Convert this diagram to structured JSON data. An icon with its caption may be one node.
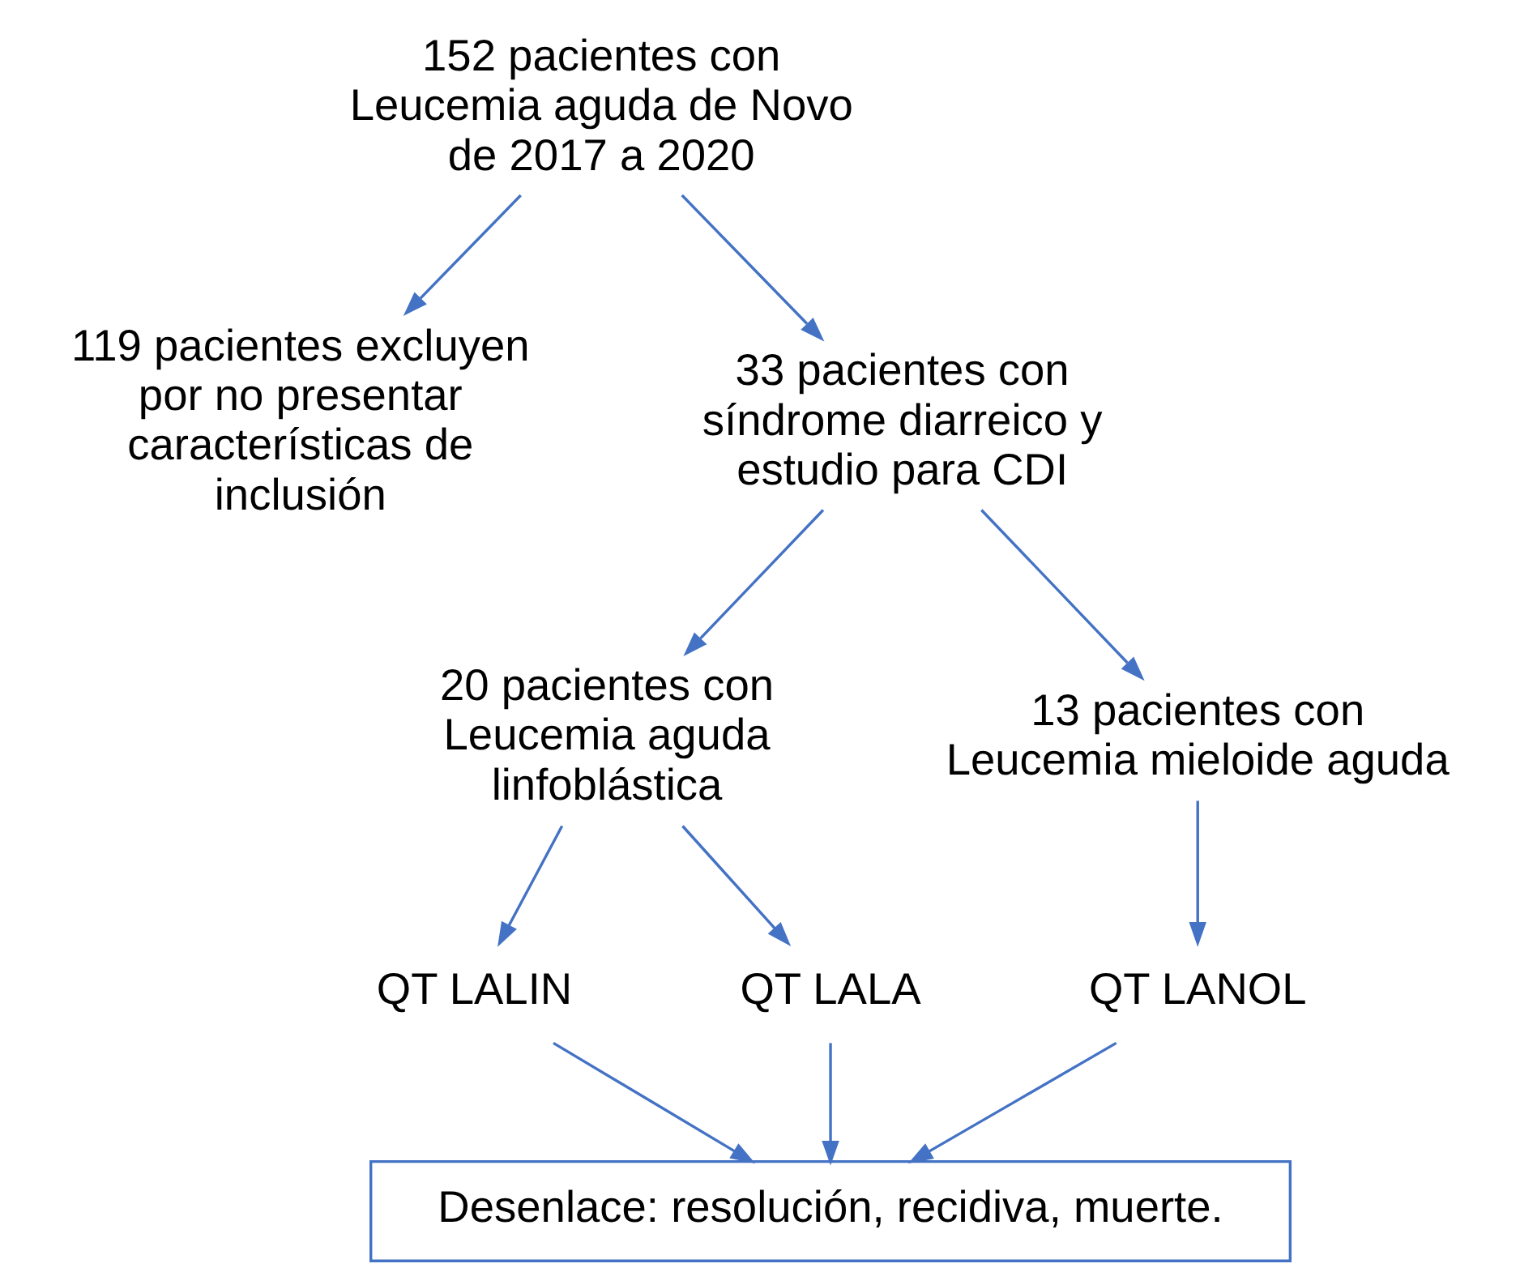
{
  "diagram": {
    "nodes": [
      {
        "text": [
          "152 pacientes con Leucemia aguda de Novo de 2017 a 2020"
        ]
      },
      {
        "text": [
          "119 pacientes excluyen por no presentar características de inclusión"
        ]
      },
      {
        "text": [
          "33 pacientes con síndrome diarreico y estudio para CDI"
        ]
      },
      {
        "text": [
          "20 pacientes con Leucemia aguda linfoblástica"
        ]
      },
      {
        "text": [
          "13 pacientes con Leucemia mieloide aguda"
        ]
      },
      {
        "text": [
          "QT LALIN"
        ]
      },
      {
        "text": [
          "QT LALA"
        ]
      },
      {
        "text": [
          "QT LANOL"
        ]
      },
      {
        "text": [
          "Desenlace: resolución, recidiva, muerte."
        ]
      }
    ],
    "edges": [
      {
        "from": 0,
        "to": 2,
        "arrow": "to"
      },
      {
        "from": 0,
        "to": 1,
        "arrow": "to"
      },
      {
        "from": 2,
        "to": 3,
        "arrow": "to"
      },
      {
        "from": 2,
        "to": 4,
        "arrow": "to"
      },
      {
        "from": 3,
        "to": 5,
        "arrow": "to"
      },
      {
        "from": 3,
        "to": 6,
        "arrow": "to"
      },
      {
        "from": 4,
        "to": 7,
        "arrow": "to"
      },
      {
        "from": 5,
        "to": 8,
        "arrow": "to"
      },
      {
        "from": 6,
        "to": 8,
        "arrow": "to"
      },
      {
        "from": 7,
        "to": 8,
        "arrow": "to"
      }
    ]
  }
}
